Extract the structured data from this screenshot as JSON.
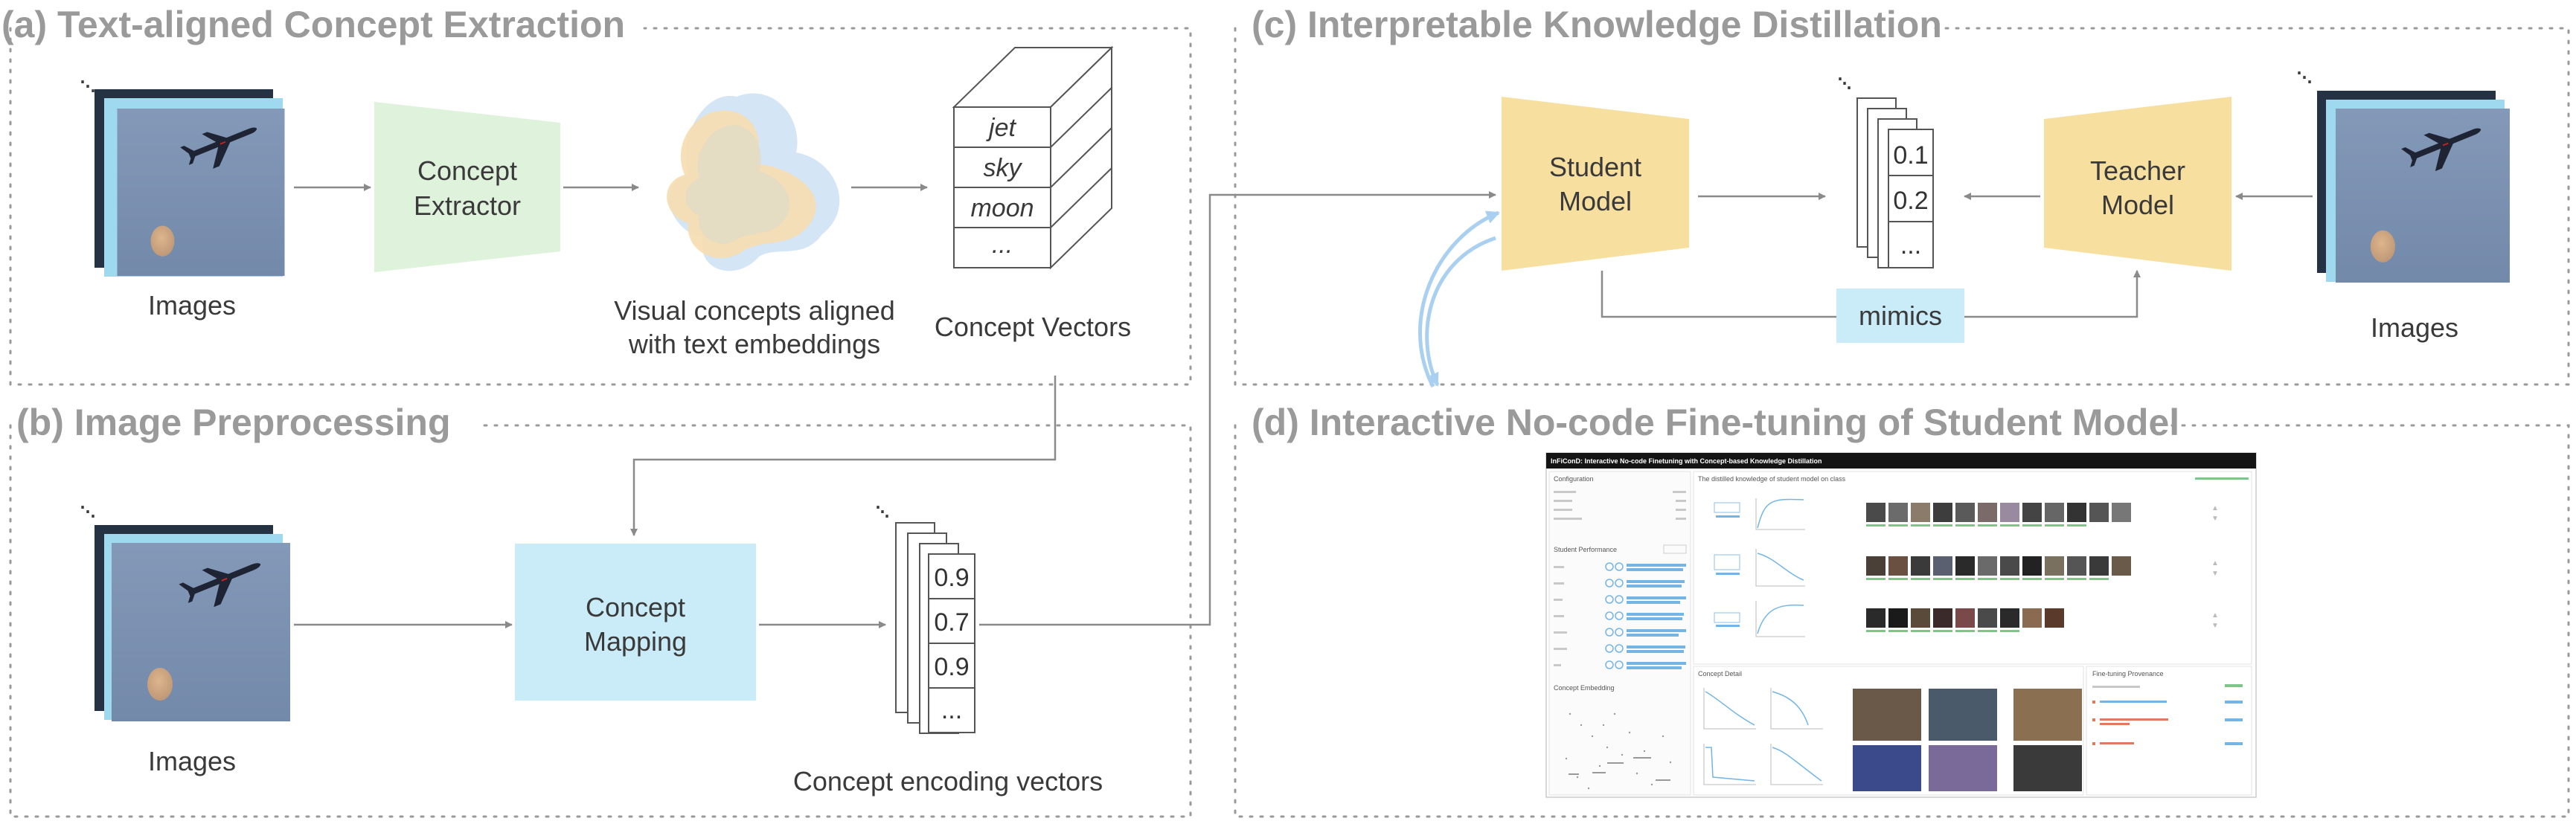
{
  "panels": {
    "a": {
      "title": "(a) Text-aligned Concept Extraction",
      "images_label": "Images",
      "extractor_label_1": "Concept",
      "extractor_label_2": "Extractor",
      "visual_label_1": "Visual concepts aligned",
      "visual_label_2": "with text embeddings",
      "vectors_label": "Concept Vectors",
      "vector_words": [
        "jet",
        "sky",
        "moon",
        "..."
      ]
    },
    "b": {
      "title": "(b) Image Preprocessing",
      "images_label": "Images",
      "mapping_label_1": "Concept",
      "mapping_label_2": "Mapping",
      "encoding_label": "Concept encoding vectors",
      "encoding_values": [
        "0.9",
        "0.7",
        "0.9",
        "..."
      ]
    },
    "c": {
      "title": "(c) Interpretable Knowledge Distillation",
      "student_label_1": "Student",
      "student_label_2": "Model",
      "teacher_label_1": "Teacher",
      "teacher_label_2": "Model",
      "mimics_label": "mimics",
      "images_label": "Images",
      "output_values": [
        "0.1",
        "0.2",
        "..."
      ]
    },
    "d": {
      "title": "(d) Interactive No-code Fine-tuning of Student Model",
      "ui_header": "InFiConD: Interactive No-code Finetuning with Concept-based Knowledge Distillation",
      "ui_config": "Configuration",
      "ui_student_perf": "Student Performance",
      "ui_concept_embedding": "Concept Embedding",
      "ui_distilled": "The distilled knowledge of student model on class",
      "ui_concept_detail": "Concept Detail",
      "ui_provenance": "Fine-tuning Provenance"
    }
  },
  "colors": {
    "extractor": "#dff2dc",
    "student": "#f7dfa0",
    "mapping": "#c9ecf8",
    "sky": "#7e94b4",
    "blob_blue": "#cfe2f4",
    "blob_orange": "#f6ddb0",
    "arrow": "#8a8a8a",
    "feedback": "#a9d0f0"
  }
}
